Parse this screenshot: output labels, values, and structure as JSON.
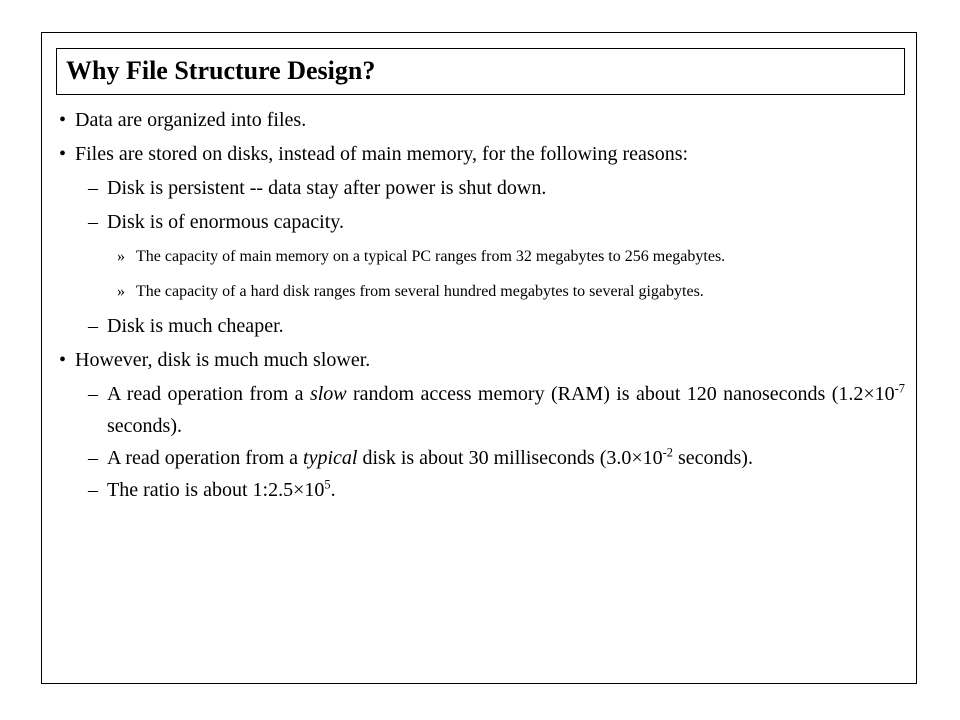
{
  "slide": {
    "title": "Why File Structure Design?",
    "b1": {
      "bullet": "•",
      "text": "Data are organized into files."
    },
    "b2": {
      "bullet": "•",
      "text": "Files are stored on disks, instead of main memory, for the following reasons:"
    },
    "b2_1": {
      "dash": "–",
      "text": "Disk is persistent -- data stay after power is shut down."
    },
    "b2_2": {
      "dash": "–",
      "text": "Disk is of enormous capacity."
    },
    "b2_2_1": {
      "marker": "»",
      "text": "The capacity of main memory on a typical PC ranges from 32 megabytes to 256 megabytes."
    },
    "b2_2_2": {
      "marker": "»",
      "text": "The capacity of a hard disk ranges from several hundred megabytes to several gigabytes."
    },
    "b2_3": {
      "dash": "–",
      "text": "Disk is much cheaper."
    },
    "b3": {
      "bullet": "•",
      "text": "However, disk is much much slower."
    },
    "b3_1": {
      "dash": "–",
      "pre": "A read operation from a ",
      "em": "slow",
      "mid": " random access memory (RAM) is about 120 nanoseconds (1.2",
      "times": "×",
      "base": "10",
      "exp": "-7",
      "post": " seconds)."
    },
    "b3_2": {
      "dash": "–",
      "pre": "A read operation from a ",
      "em": "typical",
      "mid": " disk is about 30 milliseconds (3.0",
      "times": "×",
      "base": "10",
      "exp": "-2",
      "post": " seconds)."
    },
    "b3_3": {
      "dash": "–",
      "pre": "The ratio is about 1:2.5",
      "times": "×",
      "base": "10",
      "exp": "5",
      "post": "."
    }
  }
}
